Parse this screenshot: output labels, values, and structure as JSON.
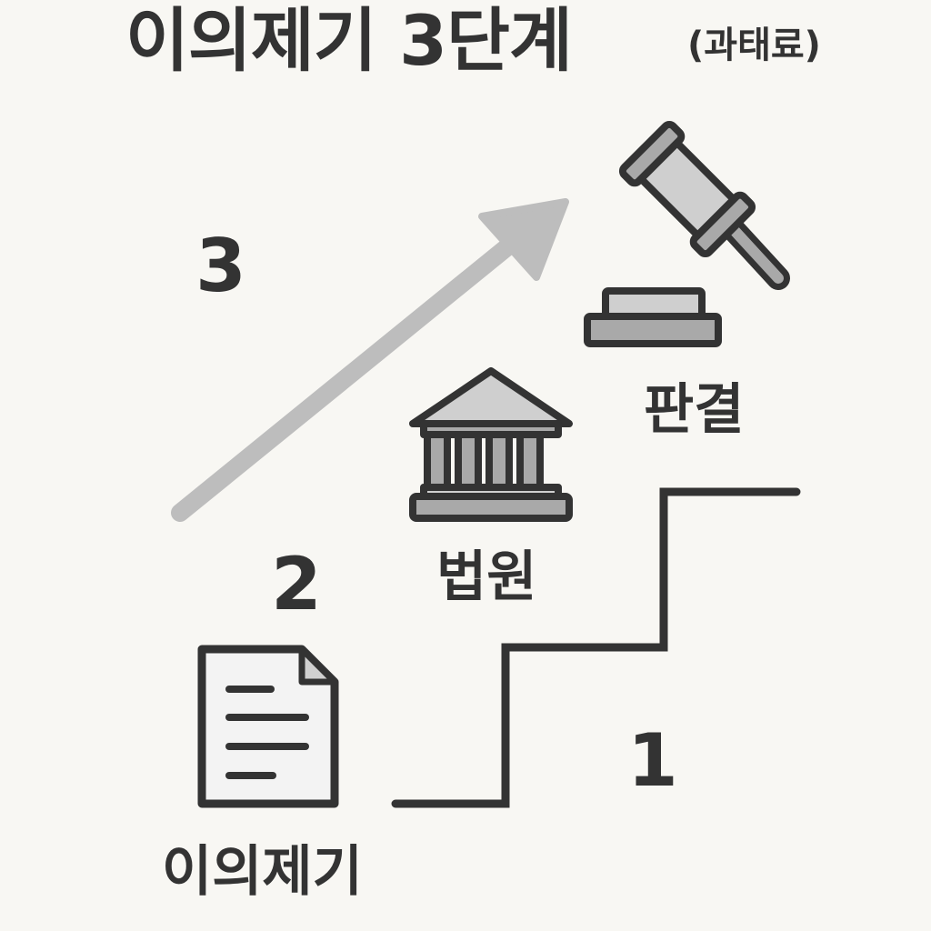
{
  "title": "이의제기 3단계",
  "subtitle": "(과태료)",
  "steps": [
    {
      "number": "1",
      "label": "이의제기",
      "icon": "document-icon"
    },
    {
      "number": "2",
      "label": "법원",
      "icon": "courthouse-icon"
    },
    {
      "number": "3",
      "label": "판결",
      "icon": "gavel-icon"
    }
  ],
  "colors": {
    "background": "#f8f7f3",
    "ink": "#333333",
    "arrow": "#bdbdbd",
    "icon_fill_light": "#d0d0d0",
    "icon_fill_mid": "#a9a9a9",
    "paper": "#f3f3f3"
  }
}
